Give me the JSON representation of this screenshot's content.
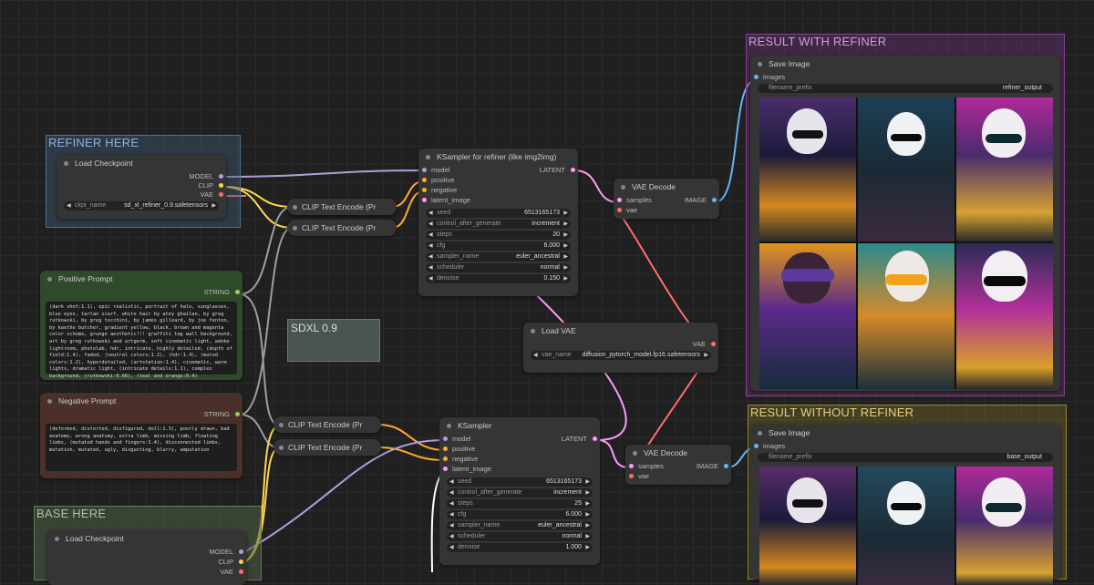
{
  "groups": {
    "refiner": {
      "title": "REFINER HERE",
      "color": "#3f5a76"
    },
    "base": {
      "title": "BASE HERE",
      "color": "#4d6046"
    },
    "result_refiner": {
      "title": "RESULT WITH REFINER",
      "color": "#7a3a86"
    },
    "result_base": {
      "title": "RESULT WITHOUT REFINER",
      "color": "#8a7a2e"
    }
  },
  "note": {
    "title": "SDXL 0.9"
  },
  "load_ckpt_refiner": {
    "title": "Load Checkpoint",
    "out_model": "MODEL",
    "out_clip": "CLIP",
    "out_vae": "VAE",
    "ckpt_label": "ckpt_name",
    "ckpt_value": "sd_xl_refiner_0.9.safetensors"
  },
  "load_ckpt_base": {
    "title": "Load Checkpoint",
    "out_model": "MODEL",
    "out_clip": "CLIP",
    "out_vae": "VAE"
  },
  "positive_prompt": {
    "title": "Positive Prompt",
    "out": "STRING",
    "text": "(dark shot:1.1), epic realistic, portrait of halo, sunglasses, blue eyes, tartan scarf, white hair by atey ghailan, by greg rutkowski, by greg tocchini, by james gilleard, by joe fenton, by kaethe butcher, gradient yellow, black, brown and magenta color scheme, grunge aesthetic!!! graffiti tag wall background, art by greg rutkowski and artgerm, soft cinematic light, adobe lightroom, photolab, hdr, intricate, highly detailed, (depth of field:1.4), faded, (neutral colors:1.2), (hdr:1.4), (muted colors:1.2), hyperdetailed, (artstation:1.4), cinematic, warm lights, dramatic light, (intricate details:1.1), complex background, (rutkowski:0.66), (teal and orange:0.4)"
  },
  "negative_prompt": {
    "title": "Negative Prompt",
    "out": "STRING",
    "text": "(deformed, distorted, disfigured, doll:1.3), poorly drawn, bad anatomy, wrong anatomy, extra limb, missing limb, floating limbs, (mutated hands and fingers:1.4), disconnected limbs, mutation, mutated, ugly, disgusting, blurry, amputation"
  },
  "clip_encode": {
    "title": "CLIP Text Encode (Pr"
  },
  "ksampler_refiner": {
    "title": "KSampler for refiner (like img2img)",
    "inputs": [
      "model",
      "positive",
      "negative",
      "latent_image"
    ],
    "output": "LATENT",
    "widgets": [
      {
        "label": "seed",
        "value": "6513165173"
      },
      {
        "label": "control_after_generate",
        "value": "increment"
      },
      {
        "label": "steps",
        "value": "20"
      },
      {
        "label": "cfg",
        "value": "6.000"
      },
      {
        "label": "sampler_name",
        "value": "euler_ancestral"
      },
      {
        "label": "scheduler",
        "value": "normal"
      },
      {
        "label": "denoise",
        "value": "0.150"
      }
    ]
  },
  "ksampler_base": {
    "title": "KSampler",
    "inputs": [
      "model",
      "positive",
      "negative",
      "latent_image"
    ],
    "output": "LATENT",
    "widgets": [
      {
        "label": "seed",
        "value": "6513165173"
      },
      {
        "label": "control_after_generate",
        "value": "increment"
      },
      {
        "label": "steps",
        "value": "25"
      },
      {
        "label": "cfg",
        "value": "6.000"
      },
      {
        "label": "sampler_name",
        "value": "euler_ancestral"
      },
      {
        "label": "scheduler",
        "value": "normal"
      },
      {
        "label": "denoise",
        "value": "1.000"
      }
    ]
  },
  "vae_decode": {
    "title": "VAE Decode",
    "in_samples": "samples",
    "in_vae": "vae",
    "out": "IMAGE"
  },
  "load_vae": {
    "title": "Load VAE",
    "out": "VAE",
    "label": "vae_name",
    "value": "diffusion_pytorch_model.fp16.safetensors"
  },
  "save_refiner": {
    "title": "Save Image",
    "in": "images",
    "label": "filename_prefix",
    "value": "refiner_output"
  },
  "save_base": {
    "title": "Save Image",
    "in": "images",
    "label": "filename_prefix",
    "value": "base_output"
  },
  "colors": {
    "model": "#b39ddb",
    "clip": "#ffd54f",
    "vae": "#ff6e6e",
    "conditioning": "#ffa931",
    "latent": "#ff9cf9",
    "image": "#64b5f6",
    "string": "#9ccc65"
  }
}
